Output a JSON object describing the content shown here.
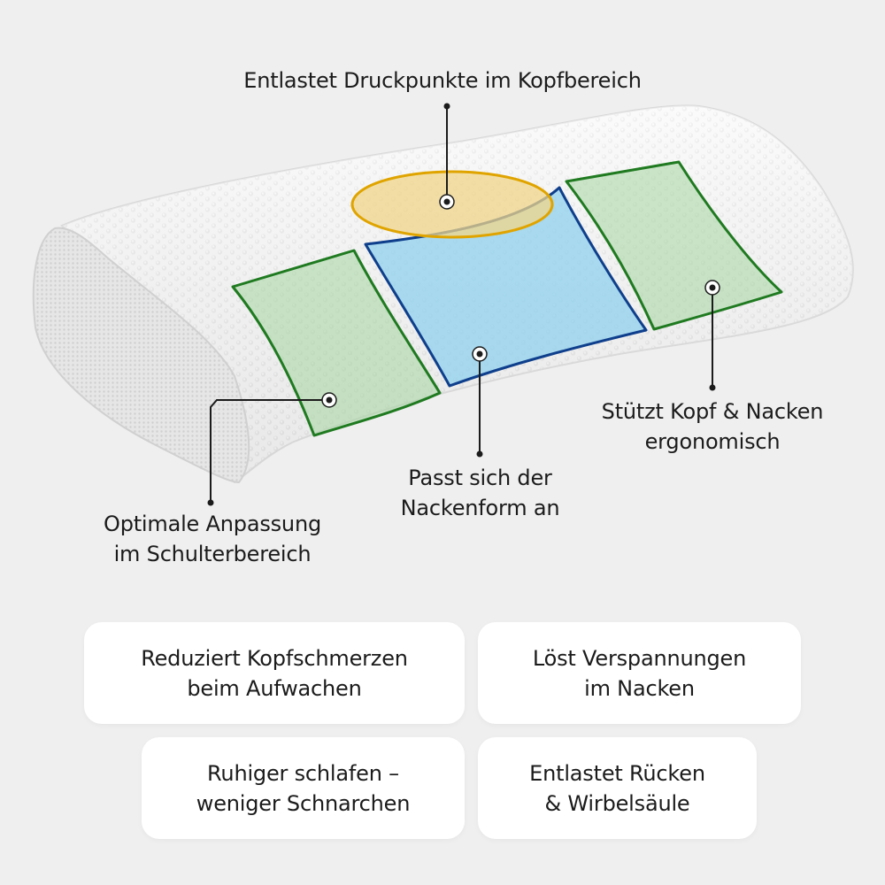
{
  "callouts": {
    "head": "Entlastet Druckpunkte im Kopfbereich",
    "support": [
      "Stützt Kopf & Nacken",
      "ergonomisch"
    ],
    "neck": [
      "Passt sich der",
      "Nackenform an"
    ],
    "shoulder": [
      "Optimale Anpassung",
      "im Schulterbereich"
    ]
  },
  "benefits": [
    [
      "Reduziert Kopfschmerzen",
      "beim Aufwachen"
    ],
    [
      "Löst Verspannungen",
      "im Nacken"
    ],
    [
      "Ruhiger schlafen –",
      "weniger Schnarchen"
    ],
    [
      "Entlastet Rücken",
      "& Wirbelsäule"
    ]
  ],
  "colors": {
    "background": "#efefef",
    "zone_head": "#f0d58a",
    "zone_neck": "#8fd0ee",
    "zone_shoulder": "#a6d6a3",
    "zone_head_stroke": "#e0a400",
    "zone_neck_stroke": "#0f3f8c",
    "zone_shoulder_stroke": "#1f7a20"
  }
}
